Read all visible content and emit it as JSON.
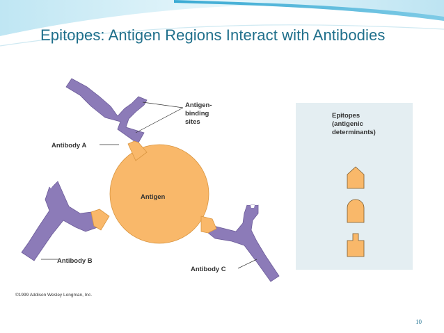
{
  "slide": {
    "title": "Epitopes: Antigen Regions Interact with Antibodies",
    "page_number": "10"
  },
  "figure": {
    "labels": {
      "antigen_binding_sites": [
        "Antigen-",
        "binding",
        "sites"
      ],
      "antibody_a": "Antibody A",
      "antibody_b": "Antibody B",
      "antibody_c": "Antibody C",
      "antigen": "Antigen",
      "copyright": "©1999 Addison Wesley Longman, Inc."
    },
    "epitopes_panel": {
      "heading": [
        "Epitopes",
        "(antigenic",
        "determinants)"
      ],
      "shapes": [
        "pointed-top-epitope",
        "rounded-top-epitope",
        "stepped-top-epitope"
      ]
    },
    "colors": {
      "antibody": "#8c7bb8",
      "antigen": "#f9b86a",
      "panel": "#e4eef2",
      "title": "#1f6f8b"
    }
  }
}
